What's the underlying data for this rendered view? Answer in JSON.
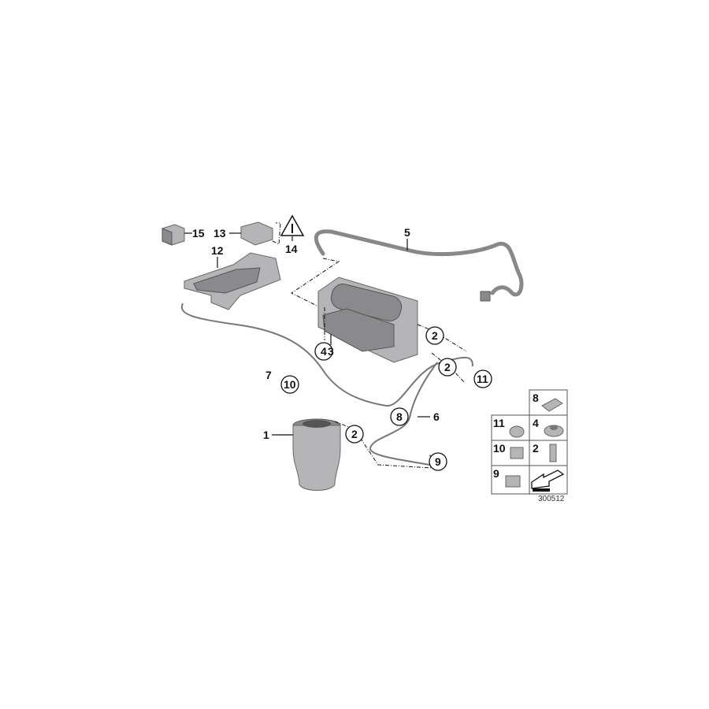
{
  "diagram": {
    "callouts": [
      {
        "number": "15",
        "part": "relay",
        "circled": false
      },
      {
        "number": "13",
        "part": "control-unit",
        "circled": false
      },
      {
        "number": "14",
        "part": "warning-triangle-plug",
        "circled": false
      },
      {
        "number": "12",
        "part": "bracket",
        "circled": false
      },
      {
        "number": "5",
        "part": "intake-pipe",
        "circled": false
      },
      {
        "number": "4",
        "part": "nut",
        "circled": true
      },
      {
        "number": "3",
        "part": "compressor",
        "circled": false
      },
      {
        "number": "2",
        "part": "connector",
        "circled": true
      },
      {
        "number": "2",
        "part": "connector",
        "circled": true
      },
      {
        "number": "11",
        "part": "clip",
        "circled": true
      },
      {
        "number": "7",
        "part": "air-line",
        "circled": false
      },
      {
        "number": "10",
        "part": "holder",
        "circled": true
      },
      {
        "number": "8",
        "part": "holder",
        "circled": true
      },
      {
        "number": "6",
        "part": "air-line",
        "circled": false
      },
      {
        "number": "1",
        "part": "air-spring",
        "circled": false
      },
      {
        "number": "2",
        "part": "connector",
        "circled": true
      },
      {
        "number": "9",
        "part": "clip",
        "circled": true
      }
    ],
    "legend": [
      {
        "number": "8"
      },
      {
        "number": "11"
      },
      {
        "number": "4"
      },
      {
        "number": "10"
      },
      {
        "number": "2"
      },
      {
        "number": "9"
      }
    ],
    "diagram_id": "300512"
  }
}
